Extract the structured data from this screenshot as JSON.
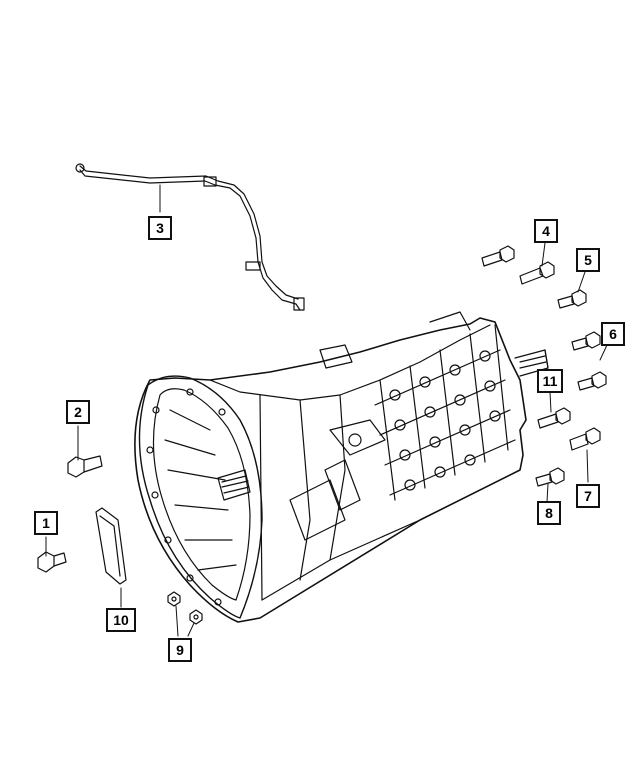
{
  "diagram": {
    "callouts": [
      {
        "id": "1",
        "label": "1"
      },
      {
        "id": "2",
        "label": "2"
      },
      {
        "id": "3",
        "label": "3"
      },
      {
        "id": "4",
        "label": "4"
      },
      {
        "id": "5",
        "label": "5"
      },
      {
        "id": "6",
        "label": "6"
      },
      {
        "id": "7",
        "label": "7"
      },
      {
        "id": "8",
        "label": "8"
      },
      {
        "id": "9",
        "label": "9"
      },
      {
        "id": "10",
        "label": "10"
      },
      {
        "id": "11",
        "label": "11"
      }
    ],
    "line_color": "#111111",
    "background": "#ffffff"
  }
}
